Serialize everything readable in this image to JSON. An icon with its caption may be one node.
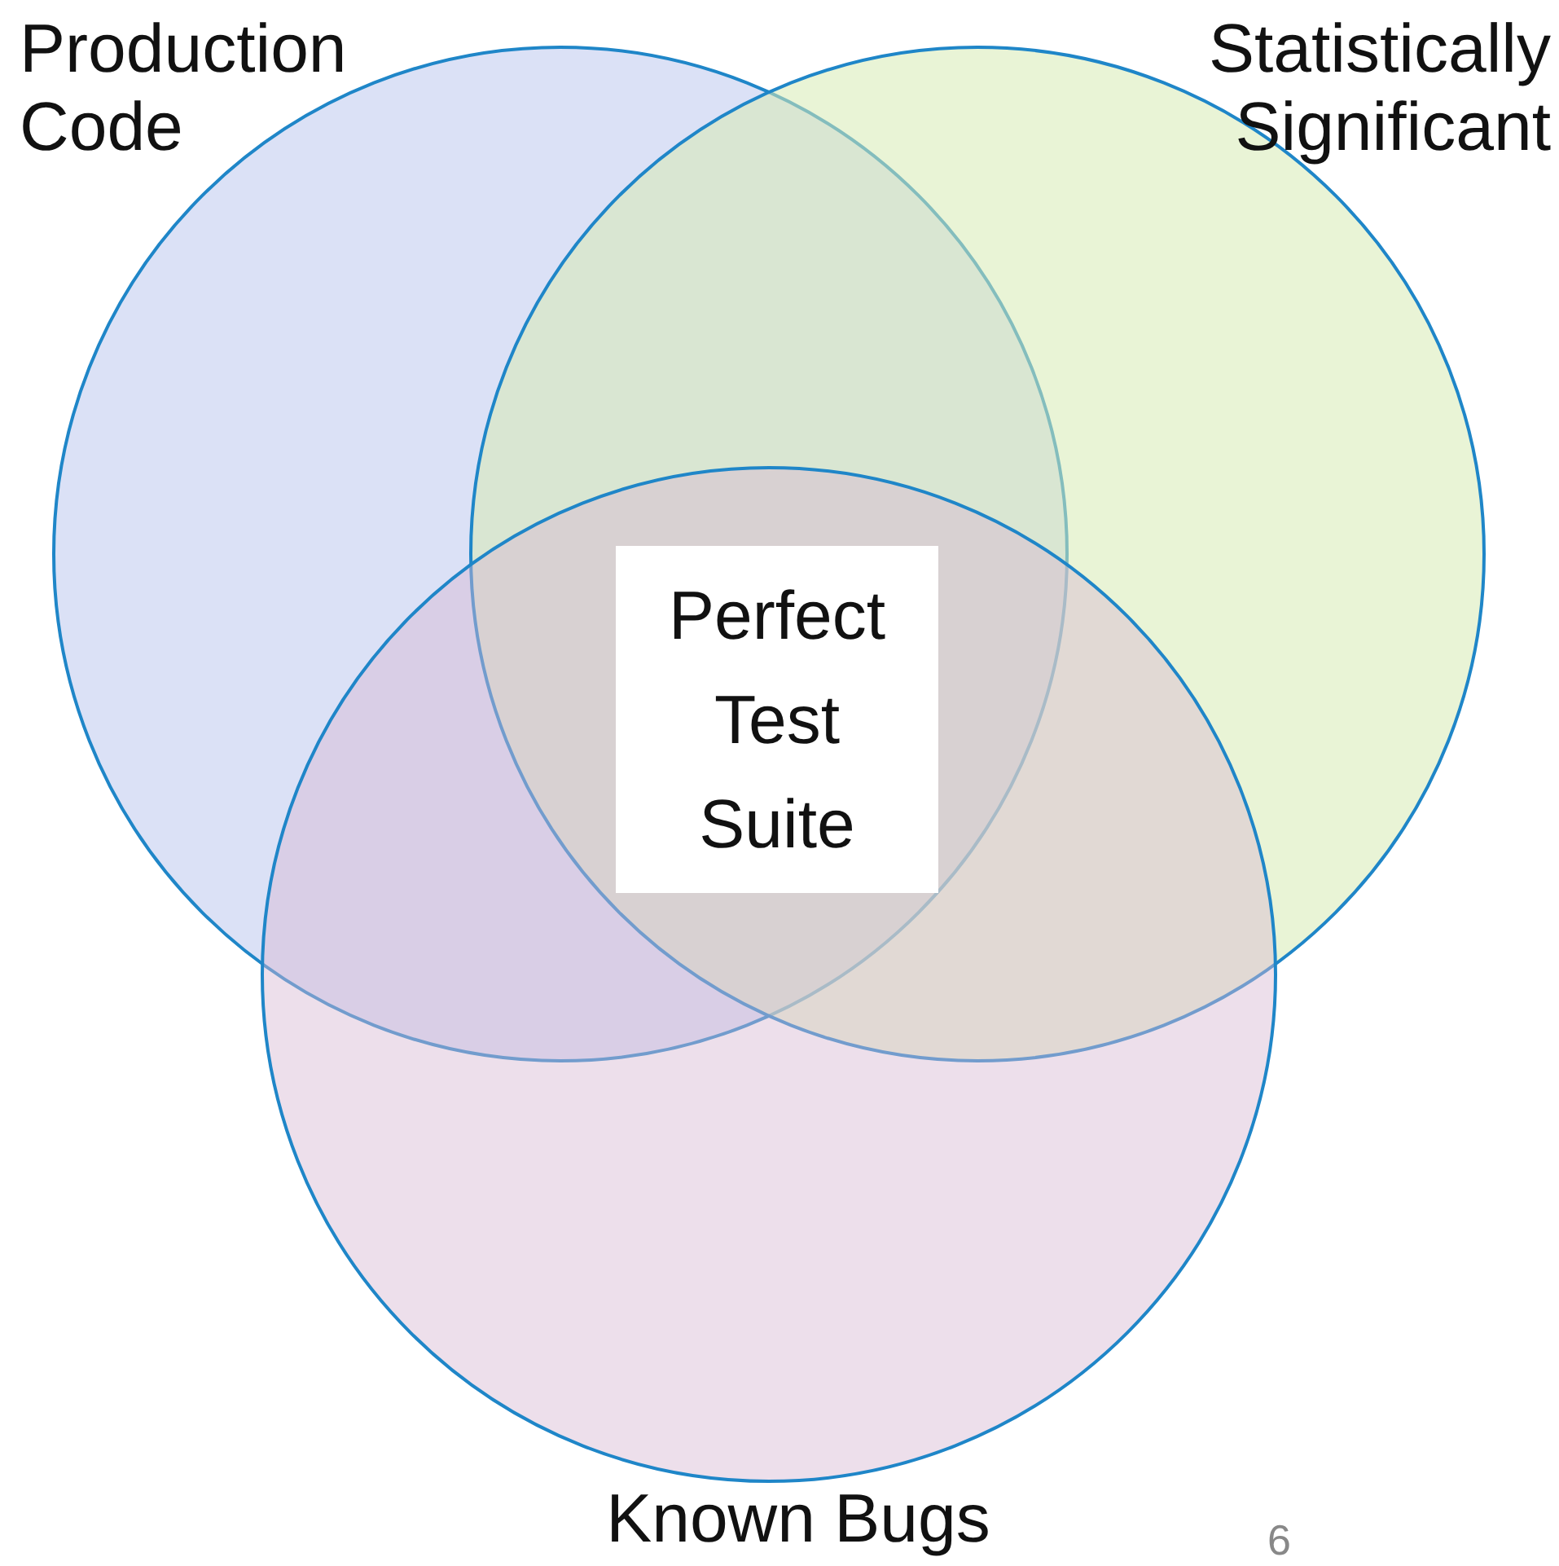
{
  "diagram": {
    "nodes": [
      {
        "text": [
          "Production Code"
        ]
      },
      {
        "text": [
          "Statistically Significant"
        ]
      },
      {
        "text": [
          "Known Bugs"
        ]
      },
      {
        "text": [
          "Perfect Test Suite"
        ]
      }
    ],
    "labels": [
      "6"
    ]
  }
}
